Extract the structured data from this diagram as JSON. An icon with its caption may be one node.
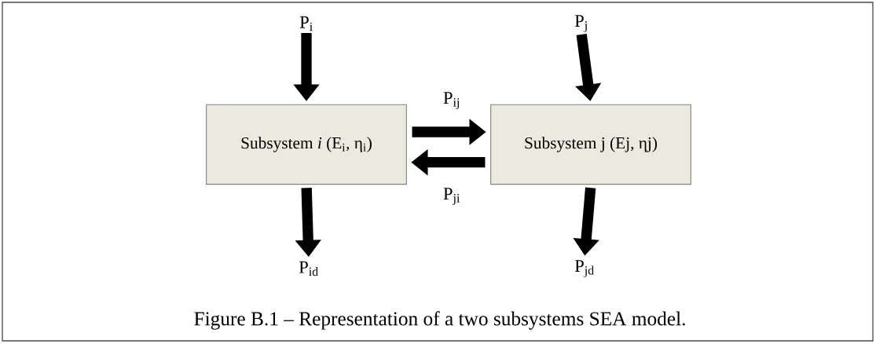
{
  "diagram": {
    "caption": "Figure B.1 – Representation of a two subsystems SEA model.",
    "nodes": [
      {
        "text": [
          "P$_{i}$"
        ]
      },
      {
        "text": [
          "P$_{j}$"
        ]
      },
      {
        "text": [
          "Subsystem *i* (E$_{i}$, η$_{i}$)"
        ]
      },
      {
        "text": [
          "Subsystem j (Ej, ηj)"
        ]
      },
      {
        "text": [
          "P$_{id}$"
        ]
      },
      {
        "text": [
          "P$_{jd}$"
        ]
      }
    ],
    "edges": [
      {
        "from": 0,
        "to": 2,
        "arrow": "to"
      },
      {
        "from": 1,
        "to": 3,
        "arrow": "to"
      },
      {
        "from": 2,
        "to": 3,
        "arrow": "to",
        "label": "P$_{ij}$"
      },
      {
        "from": 3,
        "to": 2,
        "arrow": "to",
        "label": "P$_{ji}$"
      },
      {
        "from": 2,
        "to": 4,
        "arrow": "to"
      },
      {
        "from": 3,
        "to": 5,
        "arrow": "to"
      }
    ]
  }
}
